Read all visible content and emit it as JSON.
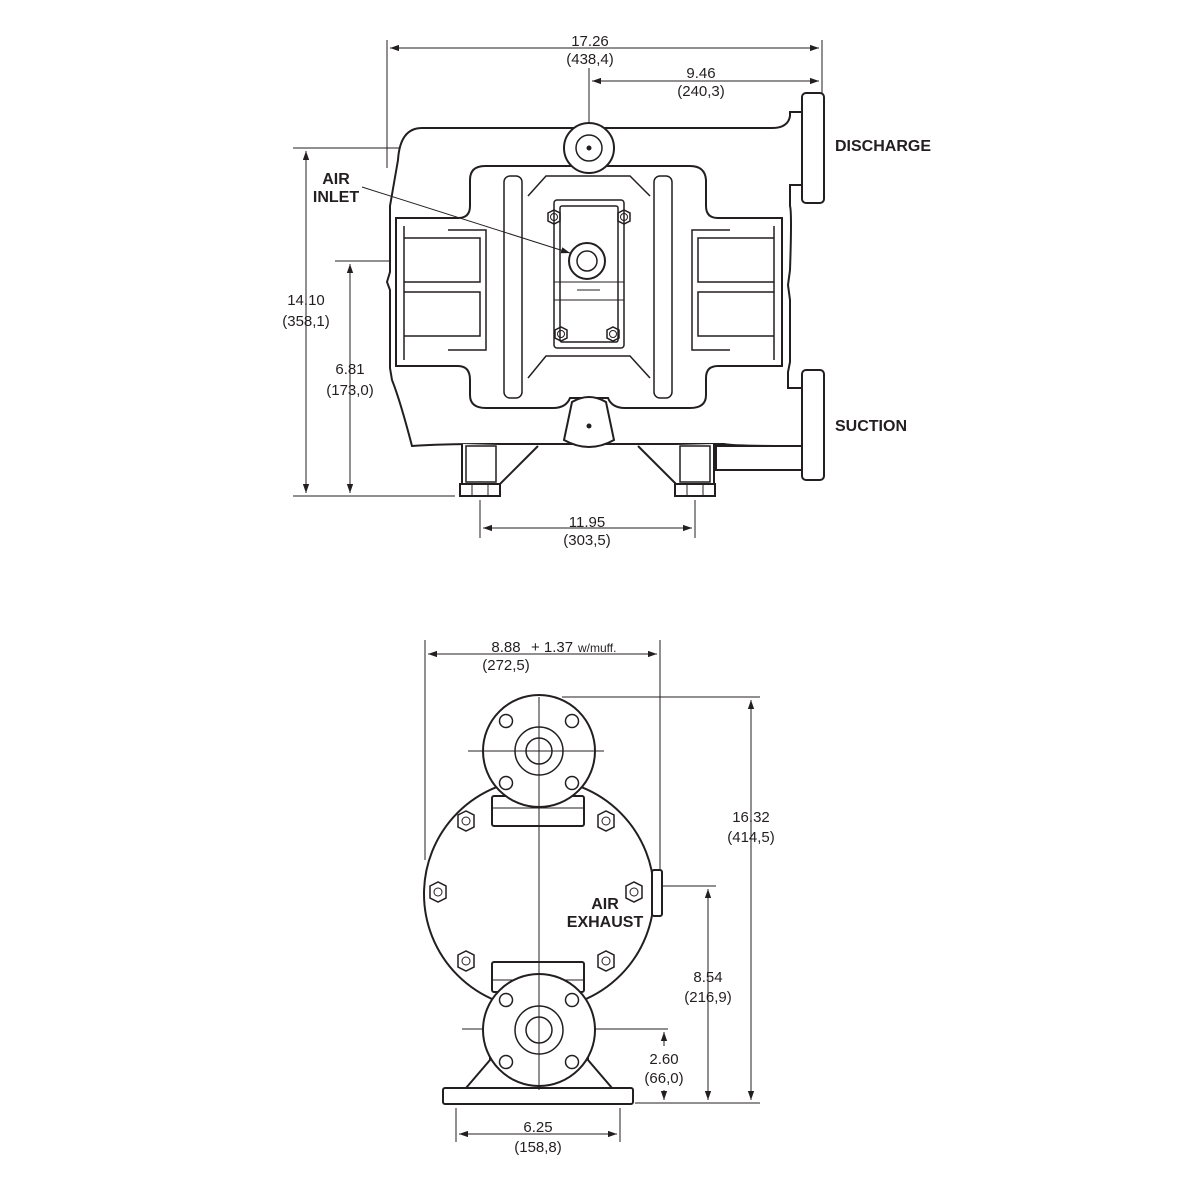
{
  "front_view": {
    "overall_width": {
      "in": "17.26",
      "mm": "(438,4)"
    },
    "discharge_offset": {
      "in": "9.46",
      "mm": "(240,3)"
    },
    "overall_height": {
      "in": "14.10",
      "mm": "(358,1)"
    },
    "air_inlet_height": {
      "in": "6.81",
      "mm": "(173,0)"
    },
    "foot_spacing": {
      "in": "11.95",
      "mm": "(303,5)"
    },
    "labels": {
      "air_inlet_line1": "AIR",
      "air_inlet_line2": "INLET",
      "discharge": "DISCHARGE",
      "suction": "SUCTION"
    }
  },
  "side_view": {
    "width": {
      "in": "8.88",
      "extra": "+ 1.37",
      "extra_note": "w/muff.",
      "mm": "(272,5)"
    },
    "overall_height": {
      "in": "16.32",
      "mm": "(414,5)"
    },
    "exhaust_height": {
      "in": "8.54",
      "mm": "(216,9)"
    },
    "suction_height": {
      "in": "2.60",
      "mm": "(66,0)"
    },
    "base_width": {
      "in": "6.25",
      "mm": "(158,8)"
    },
    "labels": {
      "air_exhaust_line1": "AIR",
      "air_exhaust_line2": "EXHAUST"
    }
  }
}
